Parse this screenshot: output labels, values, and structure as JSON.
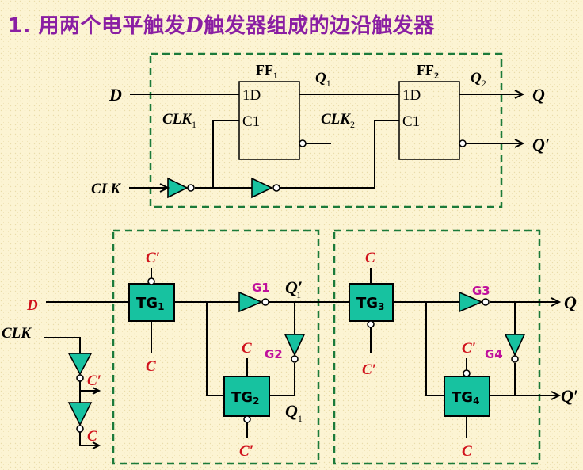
{
  "title": {
    "number": "1.",
    "part1": "用两个电平触发",
    "italic": "D",
    "part2": "触发器组成的边沿触发器"
  },
  "top": {
    "ff1_name": "FF",
    "ff1_sub": "1",
    "ff2_name": "FF",
    "ff2_sub": "2",
    "pin_d": "1D",
    "pin_c": "C1",
    "d_label": "D",
    "clk1_label": "CLK",
    "clk1_sub": "1",
    "clk2_label": "CLK",
    "clk2_sub": "2",
    "q1_label": "Q",
    "q1_sub": "1",
    "q2_label": "Q",
    "q2_sub": "2",
    "q_out": "Q",
    "qbar_out": "Q′",
    "clk_in": "CLK"
  },
  "bottom": {
    "d_label": "D",
    "clk_label": "CLK",
    "c_label": "C",
    "cbar_label": "C′",
    "tg1": "TG",
    "tg1_sub": "1",
    "tg2": "TG",
    "tg2_sub": "2",
    "tg3": "TG",
    "tg3_sub": "3",
    "tg4": "TG",
    "tg4_sub": "4",
    "g1": "G1",
    "g2": "G2",
    "g3": "G3",
    "g4": "G4",
    "q1bar_label": "Q′",
    "q1bar_sub": "1",
    "q1_label": "Q",
    "q1_sub": "1",
    "q_out": "Q",
    "qbar_out": "Q′"
  },
  "colors": {
    "background": "#fcf4d3",
    "title": "#8a1ea3",
    "gate_fill": "#17c2a0",
    "dashed_border": "#1b7a3a",
    "clock_labels": "#d0101a",
    "gate_labels": "#c0109c"
  }
}
